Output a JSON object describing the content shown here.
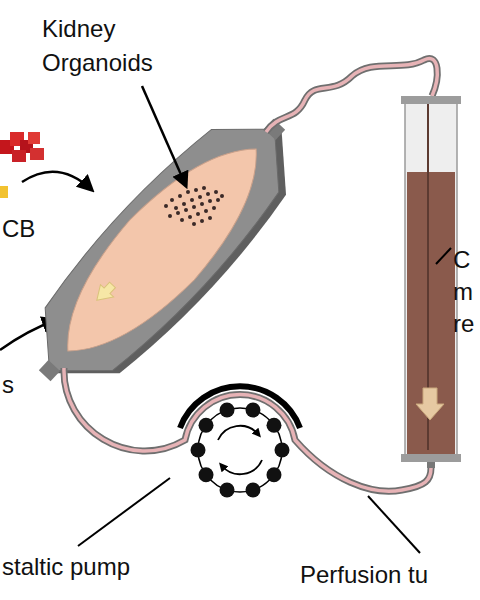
{
  "diagram": {
    "labels": [
      "Kidney Organoids",
      "CB",
      "s",
      "C m re",
      "staltic pump",
      "Perfusion tu"
    ]
  }
}
